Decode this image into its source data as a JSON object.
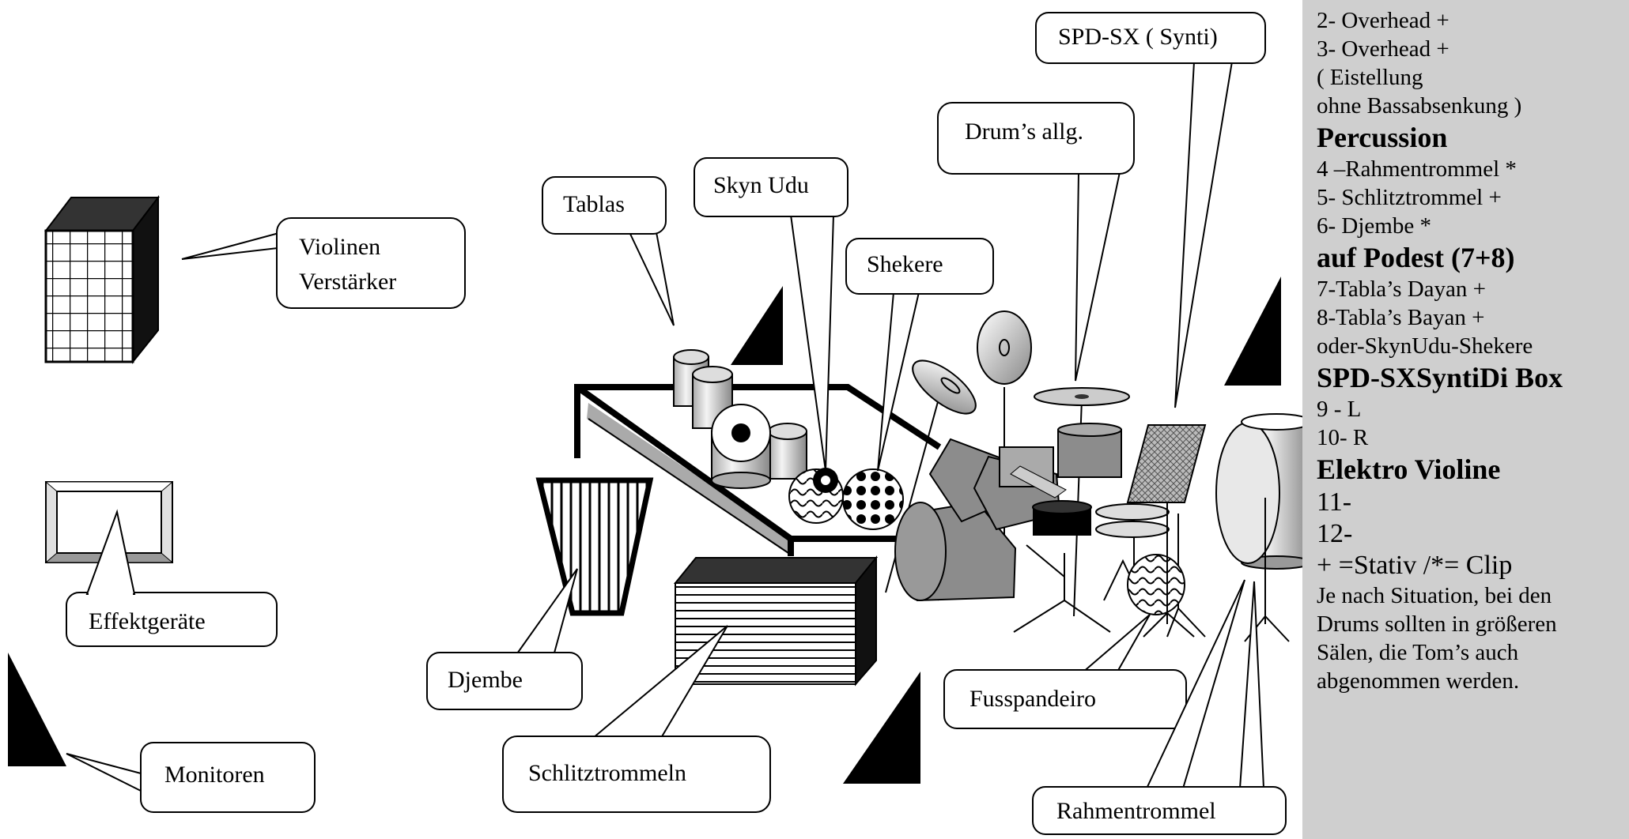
{
  "labels": {
    "violinen_verstaerker": [
      "Violinen",
      "Verstärker"
    ],
    "effektgeraete": "Effektgeräte",
    "monitoren": "Monitoren",
    "tablas": "Tablas",
    "skyn_udu": "Skyn Udu",
    "shekere": "Shekere",
    "drums_allg": "Drum’s allg.",
    "spd_sx": "SPD-SX ( Synti)",
    "djembe": "Djembe",
    "schlitztrommeln": "Schlitztrommeln",
    "fusspandeiro": "Fusspandeiro",
    "rahmentrommel": "Rahmentrommel"
  },
  "sidebar": {
    "items": [
      {
        "text": "2- Overhead +",
        "style": "normal"
      },
      {
        "text": "3- Overhead +",
        "style": "normal"
      },
      {
        "text": " ( Eistellung",
        "style": "normal"
      },
      {
        "text": " ohne Bassabsenkung )",
        "style": "normal"
      },
      {
        "text": "Percussion",
        "style": "heading"
      },
      {
        "text": " 4 –Rahmentrommel *",
        "style": "normal"
      },
      {
        "text": " 5- Schlitztrommel +",
        "style": "normal"
      },
      {
        "text": " 6- Djembe *",
        "style": "normal"
      },
      {
        "text": "auf Podest (7+8)",
        "style": "heading"
      },
      {
        "text": " 7-Tabla’s Dayan +",
        "style": "normal"
      },
      {
        "text": " 8-Tabla’s Bayan +",
        "style": "normal"
      },
      {
        "text": " oder-SkynUdu-Shekere",
        "style": "normal"
      },
      {
        "text": "SPD-SXSyntiDi Box",
        "style": "heading"
      },
      {
        "text": " 9 - L",
        "style": "normal"
      },
      {
        "text": "10- R",
        "style": "normal"
      },
      {
        "text": "Elektro Violine",
        "style": "heading"
      },
      {
        "text": "11-",
        "style": "big"
      },
      {
        "text": "12-",
        "style": "big"
      },
      {
        "text": "+ =Stativ /*= Clip",
        "style": "big"
      },
      {
        "text": "Je nach Situation, bei den",
        "style": "normal"
      },
      {
        "text": "Drums sollten in größeren",
        "style": "normal"
      },
      {
        "text": "Sälen, die Tom’s  auch",
        "style": "normal"
      },
      {
        "text": "abgenommen werden.",
        "style": "normal"
      }
    ]
  },
  "colors": {
    "sidebar_bg": "#cfcfcf",
    "drum_gray": "#8c8c8c",
    "cymbal_light": "#dcdcdc",
    "black": "#000000"
  }
}
